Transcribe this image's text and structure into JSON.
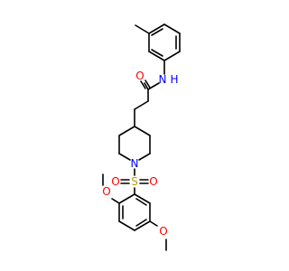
{
  "molecule": {
    "atoms": {
      "amide_o": "O",
      "amide_n": "N",
      "amide_h": "H",
      "piperidine_n": "N",
      "sulfur": "S",
      "sulfonyl_o_left": "O",
      "sulfonyl_o_right": "O",
      "methoxy_o_upper": "O",
      "methoxy_o_lower": "O"
    },
    "colors": {
      "bond": "#000000",
      "oxygen": "#ff0000",
      "nitrogen": "#0000ff",
      "sulfur": "#b8a000"
    }
  }
}
